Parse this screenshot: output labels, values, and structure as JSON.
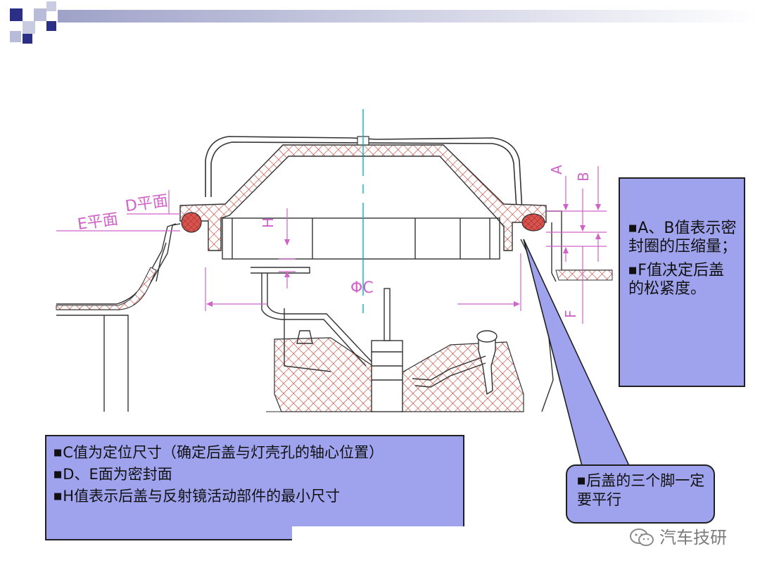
{
  "diagram": {
    "labels": {
      "e_plane": "E平面",
      "d_plane": "D平面",
      "h": "H",
      "phi_c": "ΦC",
      "a": "A",
      "b": "B",
      "f": "F"
    }
  },
  "callouts": {
    "ab_box": {
      "lines": [
        "A、B值表示密封圈的压缩量；",
        "F值决定后盖的松紧度。"
      ]
    },
    "cdh_box": {
      "lines": [
        "C值为定位尺寸（确定后盖与灯壳孔的轴心位置）",
        "D、E面为密封面",
        "H值表示后盖与反射镜活动部件的最小尺寸"
      ]
    },
    "feet_box": {
      "lines": [
        "后盖的三个脚一定要平行"
      ]
    }
  },
  "watermark": {
    "text": "汽车技研",
    "icon": "wechat-icon"
  },
  "colors": {
    "callout_fill": "#9fa3ee",
    "hatch": "#c0392b",
    "seal": "#d9534f",
    "centerline": "#00b5c8",
    "dimension": "#d063c8",
    "deco_blue": "#2b2f86"
  }
}
